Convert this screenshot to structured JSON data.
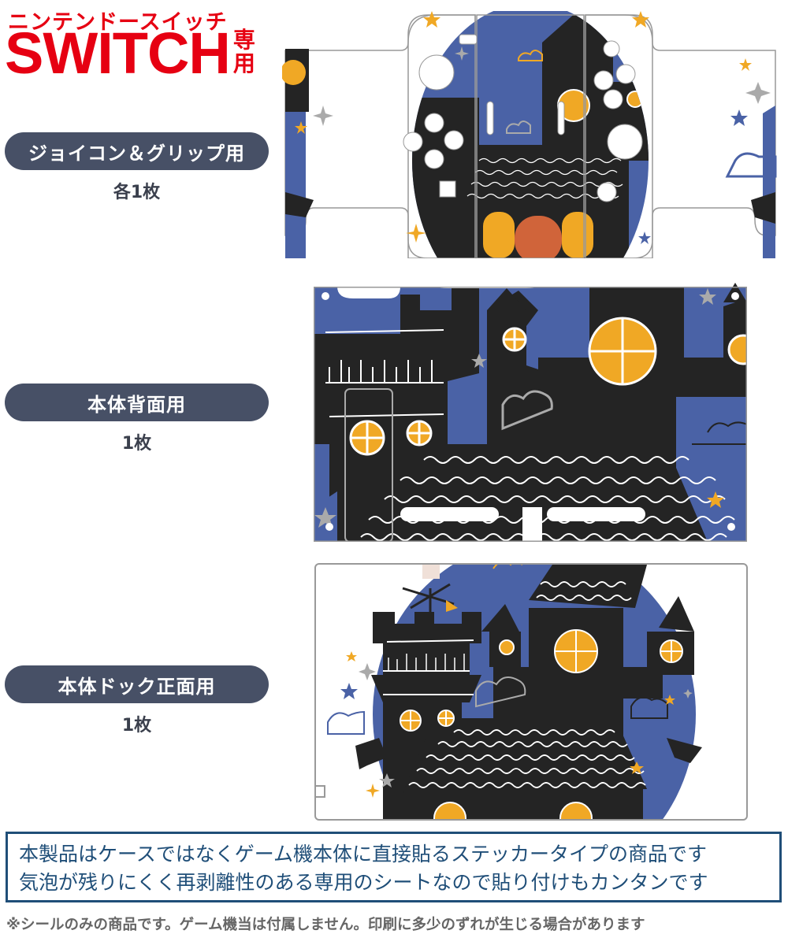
{
  "header": {
    "kana_title": "ニンテンドースイッチ",
    "model": "SWITCH",
    "exclusive_label": "専用",
    "brand_color": "#e60012"
  },
  "sections": [
    {
      "label": "ジョイコン＆グリップ用",
      "quantity": "各1枚"
    },
    {
      "label": "本体背面用",
      "quantity": "1枚"
    },
    {
      "label": "本体ドック正面用",
      "quantity": "1枚"
    }
  ],
  "colors": {
    "pill_bg": "#475066",
    "sky_blue": "#4a62a6",
    "castle_black": "#242424",
    "window_yellow": "#f0a825",
    "door_orange": "#d0643a",
    "note_border": "#1f4e78"
  },
  "notice": {
    "line1": "本製品はケースではなくゲーム機本体に直接貼るステッカータイプの商品です",
    "line2": "気泡が残りにくく再剥離性のある専用のシートなので貼り付けもカンタンです"
  },
  "disclaimer": "※シールのみの商品です。ゲーム機当は付属しません。印刷に多少のずれが生じる場合があります"
}
